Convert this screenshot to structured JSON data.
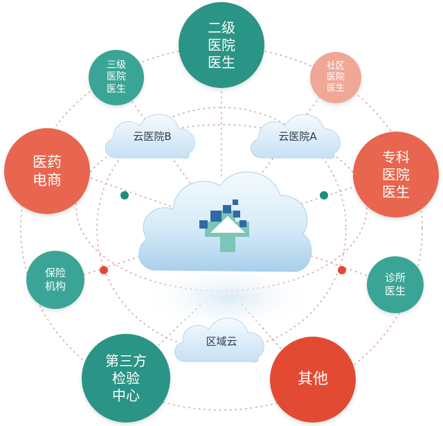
{
  "center": {
    "icon": "medical-cross-cloud-icon"
  },
  "clouds": {
    "b": "云医院B",
    "a": "云医院A",
    "region": "区域云"
  },
  "nodes": {
    "secondary_hospital": "二级\n医院\n医生",
    "tertiary_hospital": "三级\n医院\n医生",
    "community_hospital": "社区\n医院\n医生",
    "pharma_ecommerce": "医药\n电商",
    "specialist_hospital": "专科\n医院\n医生",
    "insurance": "保险\n机构",
    "clinic": "诊所\n医生",
    "third_party_lab": "第三方\n检验\n中心",
    "other": "其他"
  },
  "colors": {
    "teal": "#2a9486",
    "teal_light": "#3aa596",
    "coral": "#e8654f",
    "coral_light": "#f0a796",
    "red": "#e24a33",
    "cloud": "#cfe6f6",
    "cloud_edge": "#a9cfec",
    "dot_teal": "#1f8a7e",
    "dot_red": "#e24a33"
  }
}
